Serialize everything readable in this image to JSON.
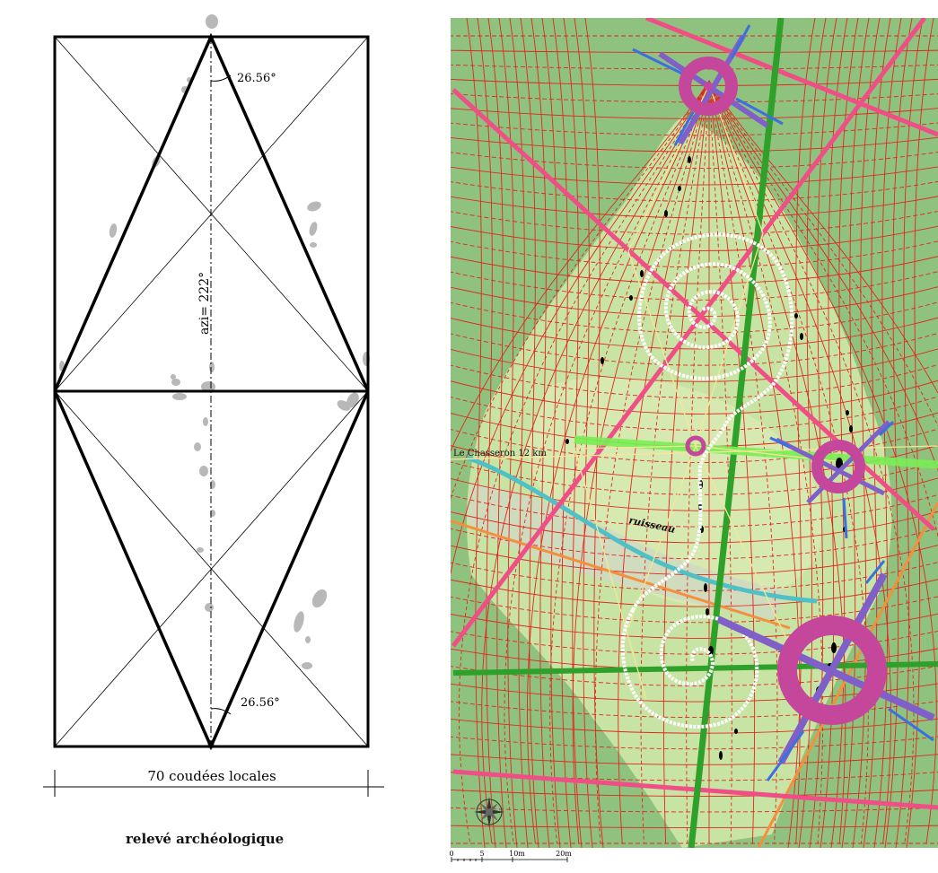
{
  "left_panel": {
    "angle_top": "26.56°",
    "angle_bottom": "26.56°",
    "azimuth": "azi= 222°",
    "width_label": "70 coudées locales",
    "title": "relevé archéologique",
    "stone_color": "#b8b8b8",
    "line_color": "#000000"
  },
  "right_panel": {
    "place_label": "Le Chasseron 12 km",
    "stream_label": "ruisseau",
    "scale": {
      "ticks": [
        "0",
        "5",
        "10m",
        "20m"
      ]
    },
    "colors": {
      "background_green": "#8ec27e",
      "light_green": "#c8e4a4",
      "pale_green": "#d8eab4",
      "grid_red": "#e0271e",
      "pink_line": "#ef4f86",
      "green_band": "#2fa02a",
      "bright_green_band": "#7aee55",
      "stream_cyan": "#4fc0c6",
      "orange_line": "#f48f3c",
      "magenta_ring": "#c4479b",
      "purple_ray": "#8060c8",
      "blue_ray": "#3c70e0",
      "spiral_white": "#ffffff"
    },
    "icons": [
      "compass-rose-icon"
    ]
  }
}
